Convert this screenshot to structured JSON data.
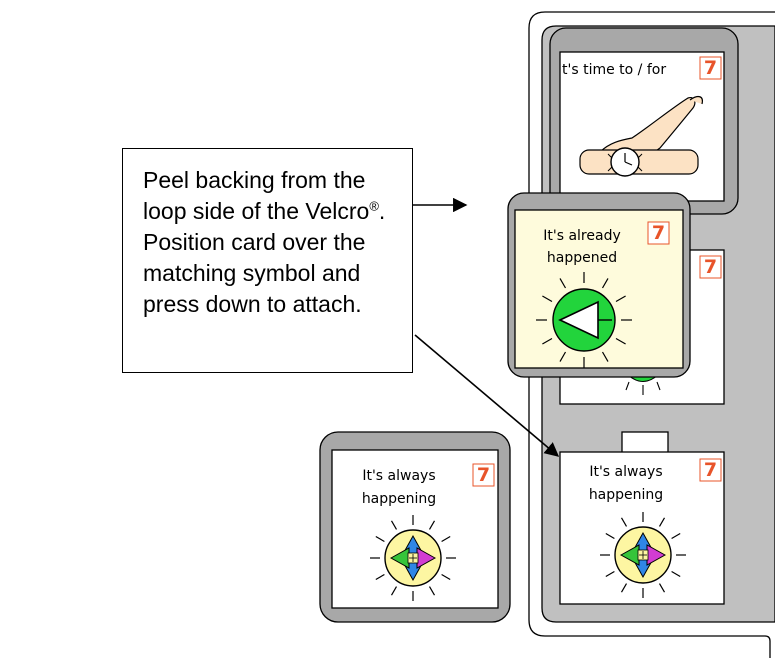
{
  "instruction": {
    "lines": [
      "Peel backing from the",
      "loop side of the Velcro",
      "Position card over the",
      "matching symbol and",
      "press down to attach."
    ],
    "registered_mark": "®",
    "line2_tail": "."
  },
  "board": {
    "slot_top": {
      "label": "t's time to / for",
      "number": "7"
    },
    "slot_middle": {
      "number": "7"
    },
    "slot_bottom": {
      "label_line1": "It's always",
      "label_line2": "happening",
      "number": "7"
    }
  },
  "cards": {
    "moving_card": {
      "label_line1": "It's already",
      "label_line2": "happened",
      "number": "7"
    },
    "loose_card": {
      "label_line1": "It's always",
      "label_line2": "happening",
      "number": "7"
    }
  },
  "colors": {
    "board_gray": "#c0c0c0",
    "card_frame_gray": "#a8a8a8",
    "active_card_bg": "#fefbdc",
    "number_orange": "#e8542a",
    "sun_yellow": "#fdf6a2",
    "happened_green": "#22d43c",
    "arrow_blue": "#2f86e6",
    "arrow_magenta": "#d23cd2",
    "arrow_green": "#36c43a"
  },
  "icons": [
    "watch-icon",
    "hand-icon",
    "sun-icon",
    "left-triangle-icon",
    "four-arrow-icon"
  ]
}
